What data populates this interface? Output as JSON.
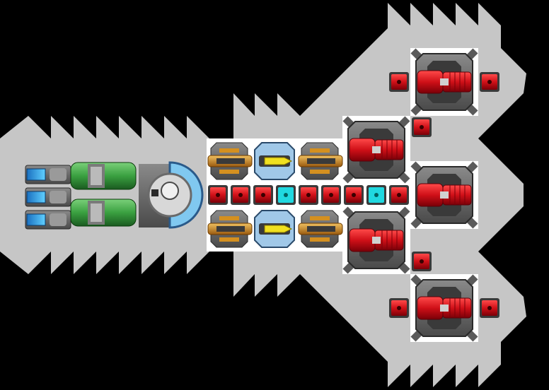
{
  "scene": {
    "background": "#000000",
    "hull_color": "#c6c6c6",
    "deck_color": "#ffffff",
    "accent_red": "#e01020",
    "accent_blue": "#3aa0e0",
    "accent_green": "#3aa040",
    "accent_gold": "#d49020",
    "accent_yellow": "#f0e020",
    "accent_cyan": "#20d8e0"
  },
  "ship": {
    "modules": [
      {
        "kind": "thruster",
        "icon": "blue-thruster-icon",
        "count": 3
      },
      {
        "kind": "fuel-tank",
        "icon": "green-tank-icon",
        "count": 2
      },
      {
        "kind": "reactor",
        "icon": "reactor-core-icon",
        "count": 1
      },
      {
        "kind": "cannon",
        "icon": "gold-cannon-icon",
        "count": 4
      },
      {
        "kind": "missile-launcher",
        "icon": "yellow-missile-icon",
        "count": 2
      },
      {
        "kind": "armor-block",
        "icon": "red-armor-icon",
        "count": 13
      },
      {
        "kind": "shield-node",
        "icon": "cyan-node-icon",
        "count": 2
      },
      {
        "kind": "turret",
        "icon": "red-turret-icon",
        "count": 5
      }
    ]
  }
}
